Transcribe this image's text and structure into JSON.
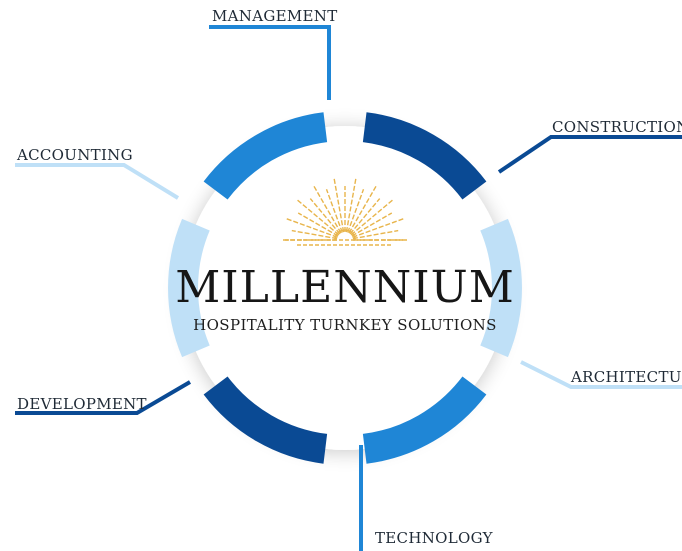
{
  "brand": {
    "title": "MILLENNIUM",
    "subtitle": "HOSPITALITY TURNKEY SOLUTIONS"
  },
  "segments": [
    {
      "label": "MANAGEMENT",
      "color": "#1f86d6"
    },
    {
      "label": "CONSTRUCTION",
      "color": "#0a4a94"
    },
    {
      "label": "ARCHITECTURE",
      "color": "#bfe0f7"
    },
    {
      "label": "TECHNOLOGY",
      "color": "#1f86d6"
    },
    {
      "label": "DEVELOPMENT",
      "color": "#0a4a94"
    },
    {
      "label": "ACCOUNTING",
      "color": "#bfe0f7"
    }
  ],
  "colors": {
    "logo_gold": "#e8b54c",
    "text": "#1f2a36"
  },
  "icons": {
    "logo": "sunburst-icon"
  }
}
